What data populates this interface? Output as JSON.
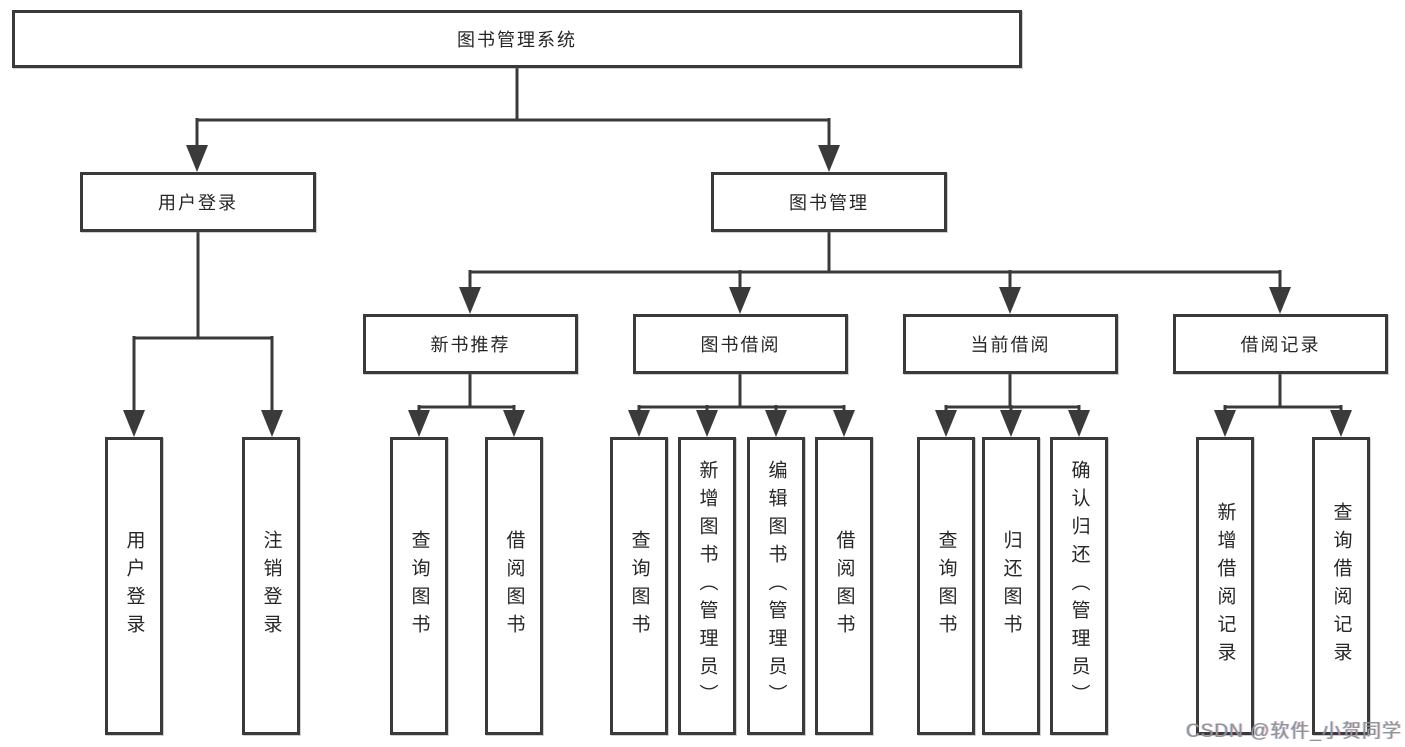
{
  "diagram": {
    "type": "hierarchy-tree",
    "title": "图书管理系统",
    "colors": {
      "line": "#3a3a3a",
      "box_border": "#3a3a3a",
      "box_fill": "#ffffff",
      "text": "#262626",
      "watermark_text": "#8f9499"
    },
    "tree": {
      "root": {
        "label": "图书管理系统"
      },
      "branches": [
        {
          "label": "用户登录",
          "children": [
            {
              "label": "用户登录"
            },
            {
              "label": "注销登录"
            }
          ]
        },
        {
          "label": "图书管理",
          "children": [
            {
              "label": "新书推荐",
              "children": [
                {
                  "label": "查询图书"
                },
                {
                  "label": "借阅图书"
                }
              ]
            },
            {
              "label": "图书借阅",
              "children": [
                {
                  "label": "查询图书"
                },
                {
                  "label": "新增图书（管理员）"
                },
                {
                  "label": "编辑图书（管理员）"
                },
                {
                  "label": "借阅图书"
                }
              ]
            },
            {
              "label": "当前借阅",
              "children": [
                {
                  "label": "查询图书"
                },
                {
                  "label": "归还图书"
                },
                {
                  "label": "确认归还（管理员）"
                }
              ]
            },
            {
              "label": "借阅记录",
              "children": [
                {
                  "label": "新增借阅记录"
                },
                {
                  "label": "查询借阅记录"
                }
              ]
            }
          ]
        }
      ]
    }
  },
  "watermark": "CSDN @软件_小贺同学"
}
